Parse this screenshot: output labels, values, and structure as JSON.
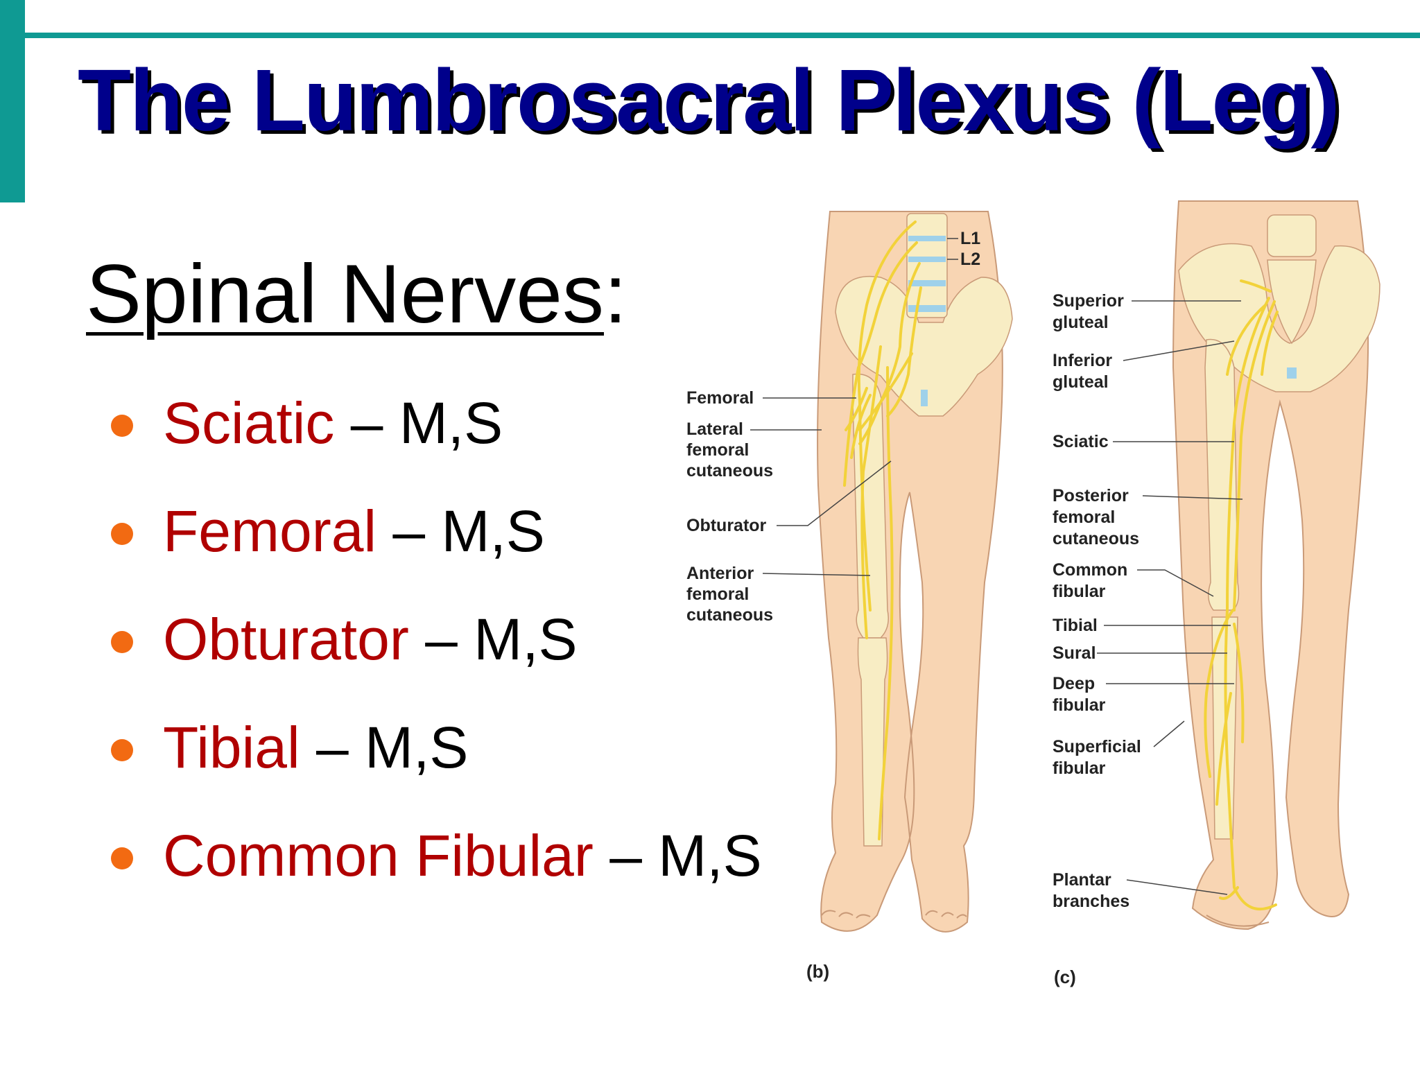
{
  "slide": {
    "title": "The Lumbrosacral Plexus (Leg)",
    "heading": "Spinal Nerves",
    "heading_colon": ":",
    "bullets": [
      {
        "nerve": "Sciatic",
        "separator": "–",
        "code": "M,S"
      },
      {
        "nerve": "Femoral",
        "separator": "–",
        "code": "M,S"
      },
      {
        "nerve": "Obturator",
        "separator": "–",
        "code": "M,S"
      },
      {
        "nerve": "Tibial",
        "separator": "–",
        "code": "M,S"
      },
      {
        "nerve": "Common Fibular",
        "separator": "–",
        "code": "M,S"
      }
    ]
  },
  "figure": {
    "anterior": {
      "panel_label": "(b)",
      "vertebra_labels": [
        "L1",
        "L2"
      ],
      "labels": [
        {
          "lines": [
            "Femoral"
          ]
        },
        {
          "lines": [
            "Lateral",
            "femoral",
            "cutaneous"
          ]
        },
        {
          "lines": [
            "Obturator"
          ]
        },
        {
          "lines": [
            "Anterior",
            "femoral",
            "cutaneous"
          ]
        }
      ]
    },
    "posterior": {
      "panel_label": "(c)",
      "labels": [
        {
          "lines": [
            "Superior",
            "gluteal"
          ]
        },
        {
          "lines": [
            "Inferior",
            "gluteal"
          ]
        },
        {
          "lines": [
            "Sciatic"
          ]
        },
        {
          "lines": [
            "Posterior",
            "femoral",
            "cutaneous"
          ]
        },
        {
          "lines": [
            "Common",
            "fibular"
          ]
        },
        {
          "lines": [
            "Tibial"
          ]
        },
        {
          "lines": [
            "Sural"
          ]
        },
        {
          "lines": [
            "Deep",
            "fibular"
          ]
        },
        {
          "lines": [
            "Superficial",
            "fibular"
          ]
        },
        {
          "lines": [
            "Plantar",
            "branches"
          ]
        }
      ]
    }
  },
  "colors": {
    "accent_teal": "#0f9a93",
    "title_blue": "#00008b",
    "title_shadow": "#000000",
    "nerve_red": "#b00000",
    "bullet_orange": "#f26a12",
    "skin": "#f8d5b3",
    "skin_outline": "#c99a78",
    "bone": "#f8edc4",
    "nerve_yellow": "#f2d23a",
    "disc_blue": "#9fd1ea"
  }
}
